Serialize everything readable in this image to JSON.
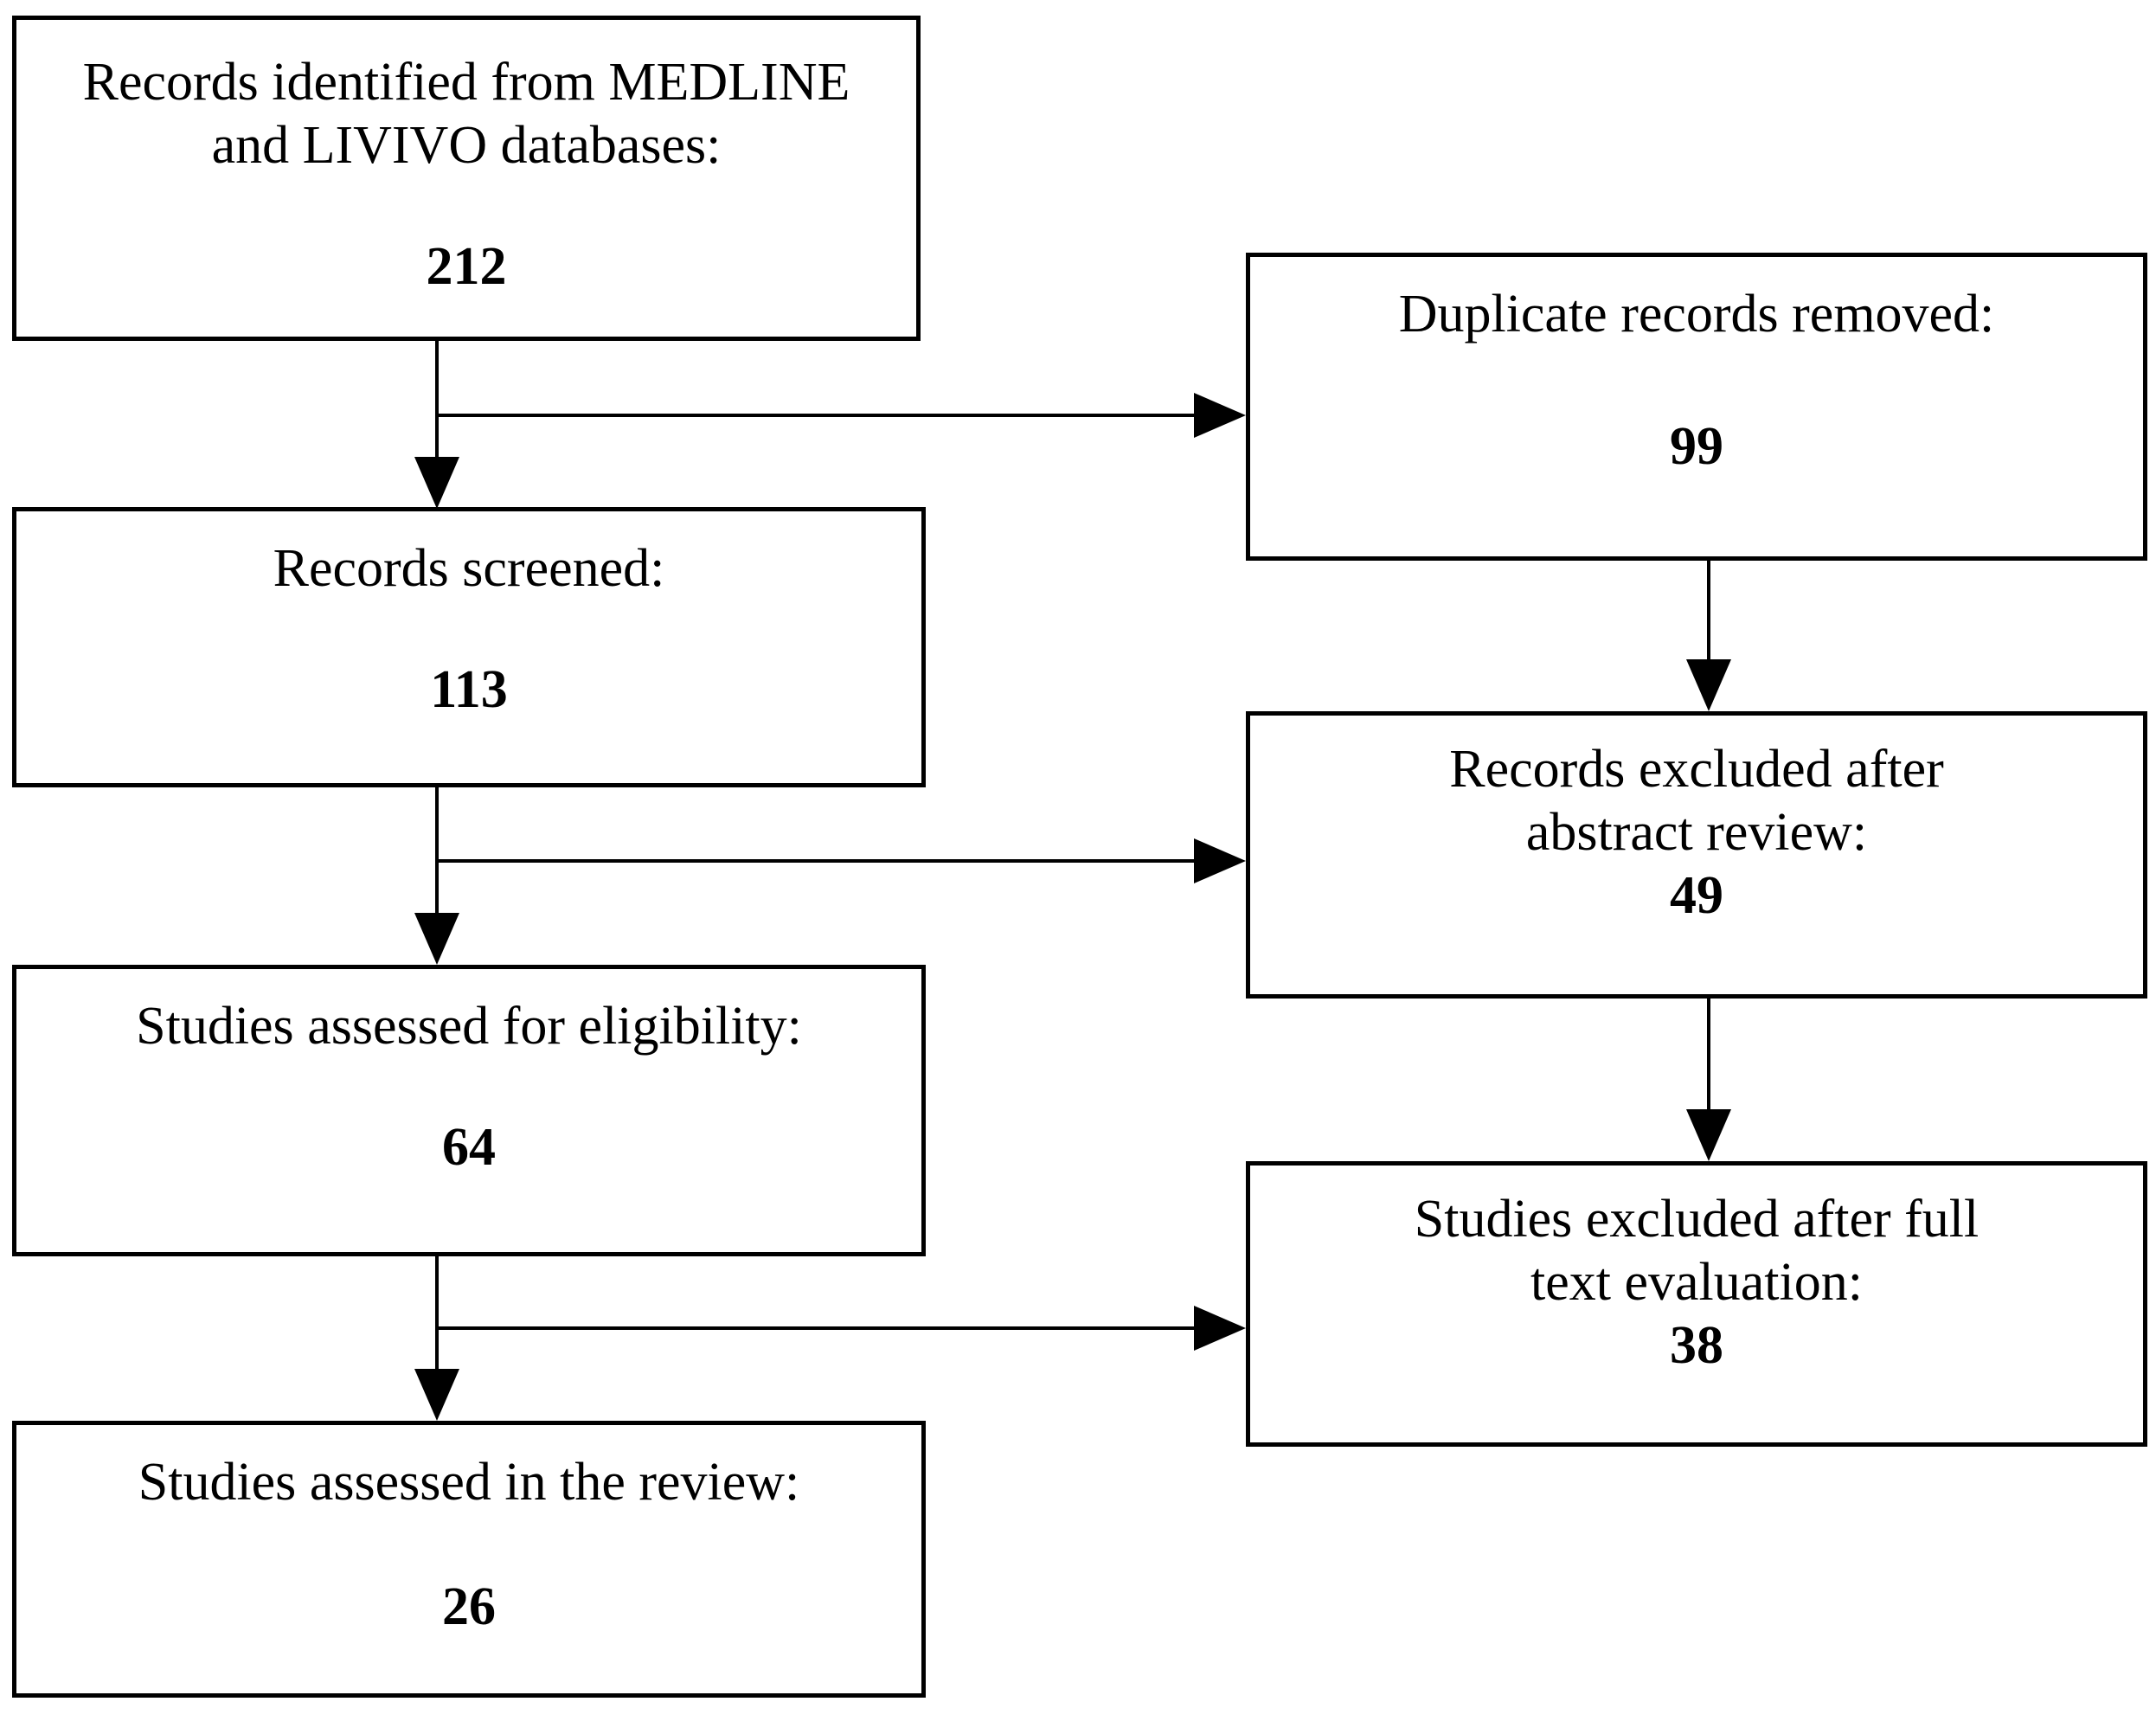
{
  "diagram": {
    "type": "prisma-flow",
    "background_color": "#ffffff",
    "line_color": "#000000",
    "text_color": "#000000",
    "boxes": {
      "identified": {
        "lines": [
          "Records identified from MEDLINE",
          "and LIVIVO databases:"
        ],
        "count": "212"
      },
      "duplicates_removed": {
        "lines": [
          "Duplicate records removed:"
        ],
        "count": "99"
      },
      "screened": {
        "lines": [
          "Records screened:"
        ],
        "count": "113"
      },
      "excluded_abstract": {
        "lines": [
          "Records excluded after",
          "abstract review:"
        ],
        "count": "49"
      },
      "assessed_eligibility": {
        "lines": [
          "Studies assessed for eligibility:"
        ],
        "count": "64"
      },
      "excluded_fulltext": {
        "lines": [
          "Studies excluded after full",
          "text evaluation:"
        ],
        "count": "38"
      },
      "included_review": {
        "lines": [
          "Studies assessed in the review:"
        ],
        "count": "26"
      }
    },
    "edges": [
      {
        "from": "identified",
        "to": "duplicates_removed"
      },
      {
        "from": "identified",
        "to": "screened"
      },
      {
        "from": "duplicates_removed",
        "to": "excluded_abstract"
      },
      {
        "from": "screened",
        "to": "excluded_abstract"
      },
      {
        "from": "screened",
        "to": "assessed_eligibility"
      },
      {
        "from": "excluded_abstract",
        "to": "excluded_fulltext"
      },
      {
        "from": "assessed_eligibility",
        "to": "excluded_fulltext"
      },
      {
        "from": "assessed_eligibility",
        "to": "included_review"
      }
    ]
  }
}
